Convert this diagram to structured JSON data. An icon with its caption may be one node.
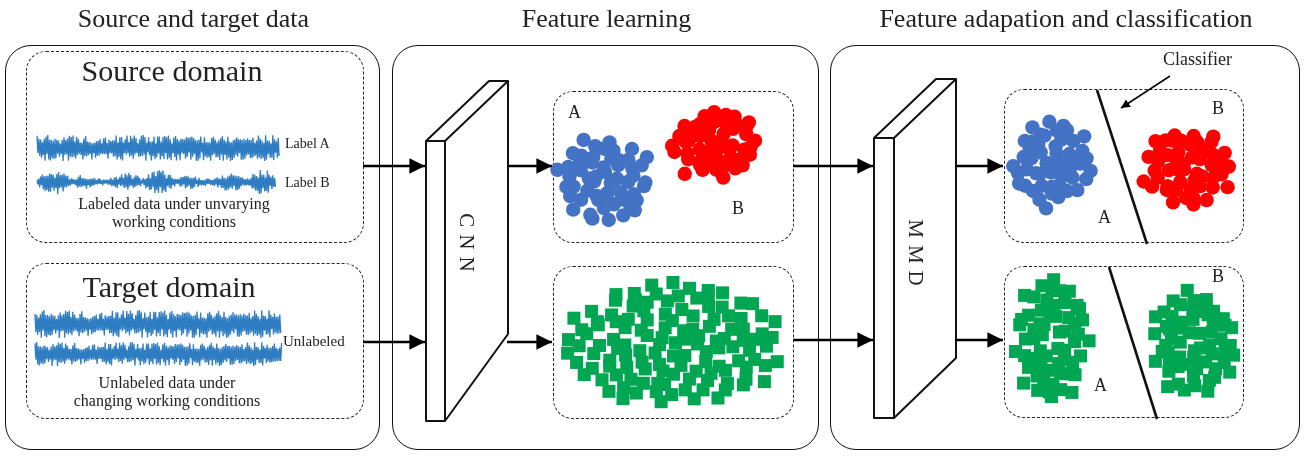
{
  "diagram": {
    "nodes": [
      {
        "text": [
          "Source and target data"
        ]
      },
      {
        "text": [
          "Source domain",
          "Label A",
          "Label B",
          "Labeled data under unvarying working conditions"
        ],
        "in": 0
      },
      {
        "text": [
          "Target domain",
          "Unlabeled",
          "Unlabeled data under changing working conditions"
        ],
        "in": 0
      },
      {
        "text": [
          "Feature learning"
        ]
      },
      {
        "text": [
          "CNN"
        ],
        "in": 3
      },
      {
        "text": [
          "A",
          "B"
        ],
        "in": 3
      },
      {
        "text": [],
        "shape": "box",
        "in": 3
      },
      {
        "text": [
          "Feature adapation and classification"
        ]
      },
      {
        "text": [
          "MMD"
        ],
        "in": 7
      },
      {
        "text": [
          "B",
          "A"
        ],
        "in": 7
      },
      {
        "text": [
          "B",
          "A"
        ],
        "in": 7
      },
      {
        "text": [
          "Classifier"
        ],
        "in": 7
      }
    ],
    "edges": [
      {
        "from": 1,
        "to": 4,
        "arrow": "to"
      },
      {
        "from": 2,
        "to": 4,
        "arrow": "to"
      },
      {
        "from": 4,
        "to": 5,
        "arrow": "to"
      },
      {
        "from": 4,
        "to": 6,
        "arrow": "to"
      },
      {
        "from": 5,
        "to": 8,
        "arrow": "to"
      },
      {
        "from": 6,
        "to": 8,
        "arrow": "to"
      },
      {
        "from": 8,
        "to": 9,
        "arrow": "to"
      },
      {
        "from": 8,
        "to": 10,
        "arrow": "to"
      },
      {
        "from": 11,
        "to": 9,
        "arrow": "to"
      }
    ]
  }
}
